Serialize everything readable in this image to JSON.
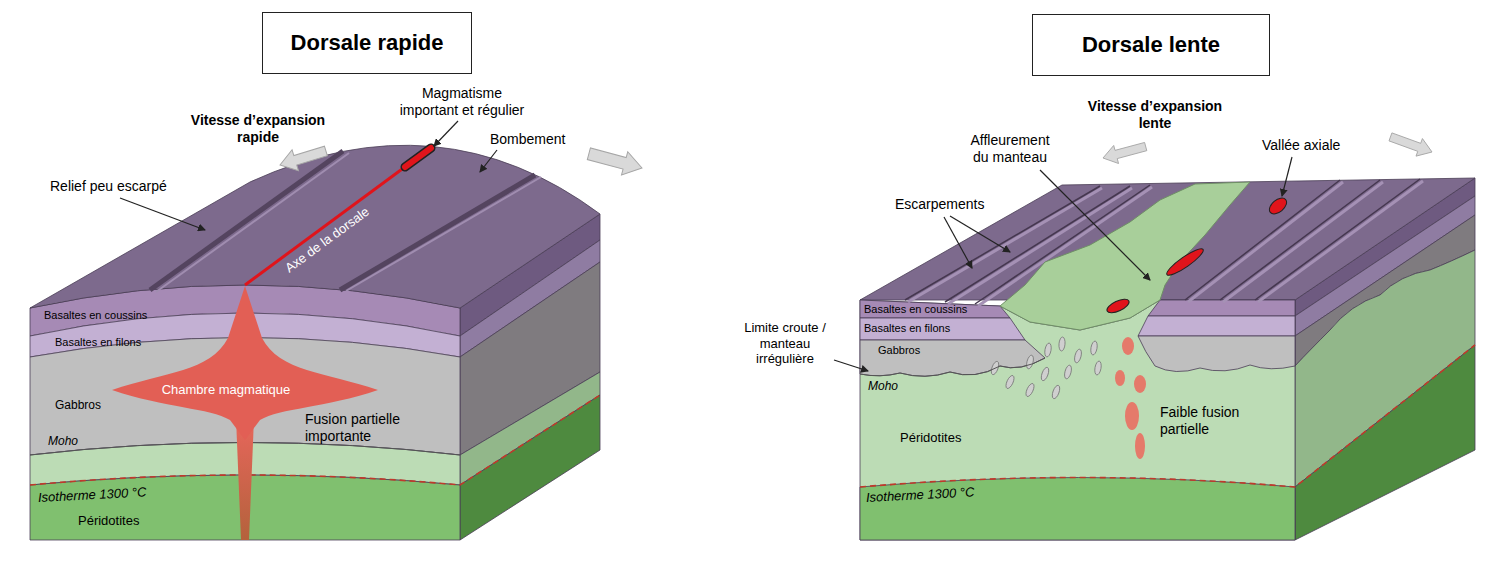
{
  "diagram": {
    "nodes": [
      {
        "text": [
          "Dorsale rapide"
        ]
      },
      {
        "text": [
          "Dorsale lente"
        ]
      }
    ],
    "labels": [
      "Vitesse d’expansion rapide",
      "Magmatisme important et régulier",
      "Bombement",
      "Relief peu escarpé",
      "Axe de la dorsale",
      "Basaltes en coussins",
      "Basaltes en filons",
      "Gabbros",
      "Chambre magmatique",
      "Fusion partielle importante",
      "Moho",
      "Isotherme 1300 °C",
      "Péridotites",
      "Vitesse d’expansion lente",
      "Affleurement du manteau",
      "Vallée axiale",
      "Escarpements",
      "Limite croute / manteau irrégulière",
      "Basaltes en coussins",
      "Basaltes en filons",
      "Gabbros",
      "Moho",
      "Faible fusion partielle",
      "Péridotites",
      "Isotherme 1300 °C"
    ]
  }
}
